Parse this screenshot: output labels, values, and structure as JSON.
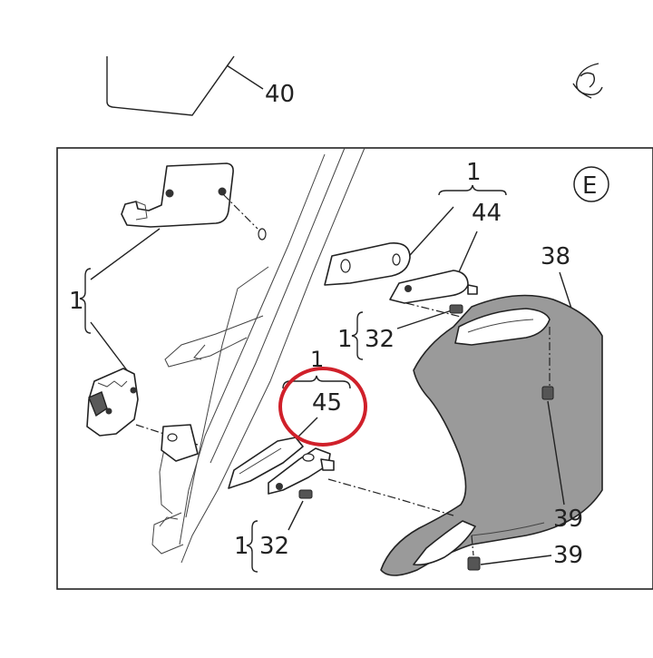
{
  "diagram": {
    "section_letter": "E",
    "labels": {
      "p40": "40",
      "p1_top": "1",
      "p44": "44",
      "p38": "38",
      "p1_left": "1",
      "p1_32a_group": "1",
      "p32a": "32",
      "p1_45_group": "1",
      "p45": "45",
      "p39a": "39",
      "p1_32b_group": "1",
      "p32b": "32",
      "p39b": "39"
    },
    "colors": {
      "highlight_circle": "#d0202a",
      "line": "#222222",
      "part_shade": "#9a9a9a"
    }
  }
}
